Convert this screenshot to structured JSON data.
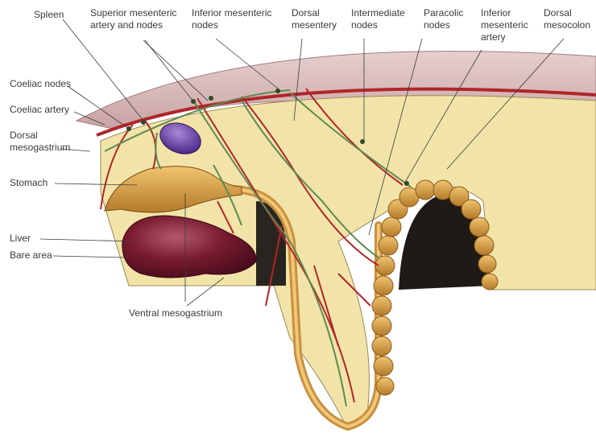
{
  "labels": {
    "spleen": "Spleen",
    "superior_mesenteric_1": "Superior mesenteric",
    "superior_mesenteric_2": "artery and nodes",
    "inferior_mesenteric_nodes_1": "Inferior mesenteric",
    "inferior_mesenteric_nodes_2": "nodes",
    "dorsal_mesentery_1": "Dorsal",
    "dorsal_mesentery_2": "mesentery",
    "intermediate_nodes_1": "Intermediate",
    "intermediate_nodes_2": "nodes",
    "paracolic_nodes_1": "Paracolic",
    "paracolic_nodes_2": "nodes",
    "inferior_mesenteric_artery_1": "Inferior",
    "inferior_mesenteric_artery_2": "mesenteric",
    "inferior_mesenteric_artery_3": "artery",
    "dorsal_mesocolon_1": "Dorsal",
    "dorsal_mesocolon_2": "mesocolon",
    "coeliac_nodes": "Coeliac nodes",
    "coeliac_artery": "Coeliac artery",
    "dorsal_mesogastrium_1": "Dorsal",
    "dorsal_mesogastrium_2": "mesogastrium",
    "stomach": "Stomach",
    "liver": "Liver",
    "bare_area": "Bare area",
    "ventral_mesogastrium": "Ventral mesogastrium"
  },
  "colors": {
    "body_wall": "#d9bcbc",
    "mesentery": "#f2e4a8",
    "artery": "#b0262a",
    "lymph": "#5e8a52",
    "organ_gold": "#d9a04a",
    "liver": "#7a1c30",
    "spleen": "#6a3a9a",
    "cavity": "#1e1a16"
  }
}
